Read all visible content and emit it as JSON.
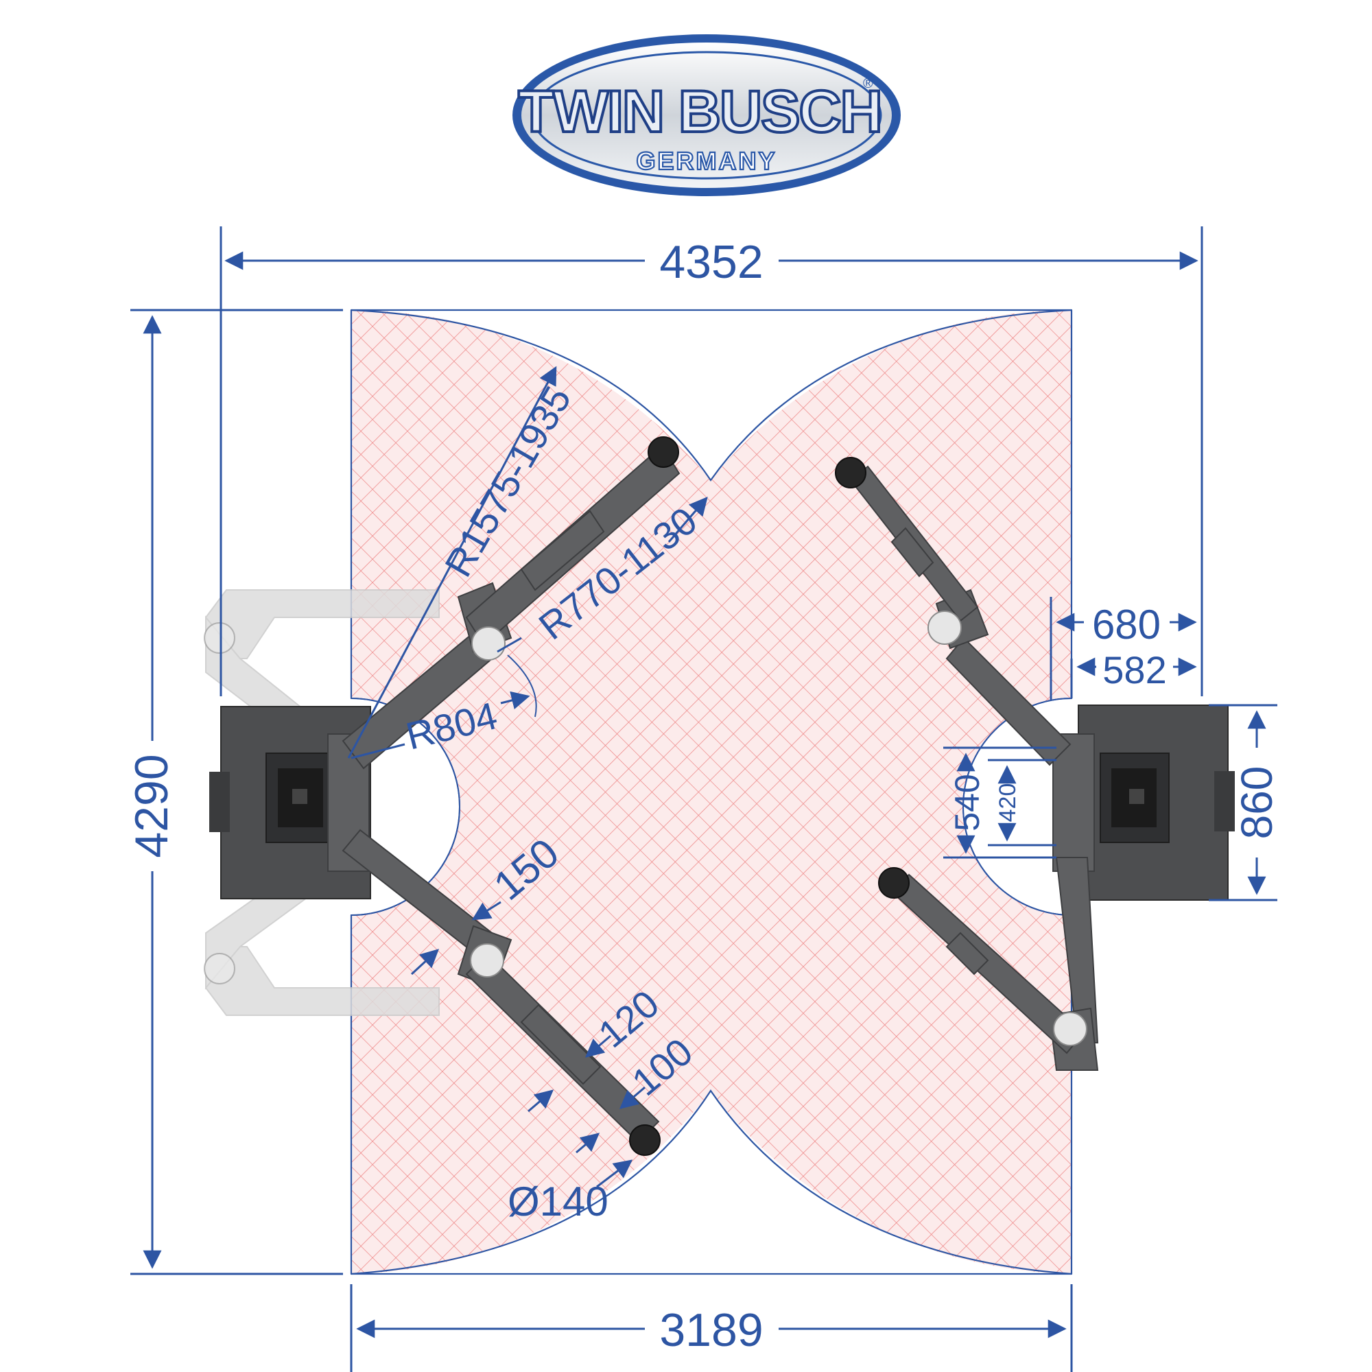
{
  "logo": {
    "brand": "TWIN BUSCH",
    "registered": "®",
    "country": "GERMANY",
    "colors": {
      "blue": "#2a58a8",
      "silver": "#d9dde2"
    }
  },
  "dimensions": {
    "total_width": "4352",
    "total_height": "4290",
    "base_width": "3189",
    "right_offset_outer": "680",
    "right_offset_inner": "582",
    "post_depth": "860",
    "arm_pivot_outer": "540",
    "arm_pivot_inner": "420",
    "swing_radius_long": "R1575-1935",
    "swing_radius_short": "R770-1130",
    "pivot_radius": "R804",
    "arm_width": "150",
    "extension_width_outer": "120",
    "extension_width_inner": "100",
    "pad_diameter": "Ø140"
  },
  "colors": {
    "dimension": "#2d55a3",
    "sweep_fill": "#fbe9e9",
    "sweep_hatch": "#ef8a8a",
    "arm": "#5f6062",
    "arm_ghost": "#dcdcdc",
    "post": "#4d4e50"
  }
}
